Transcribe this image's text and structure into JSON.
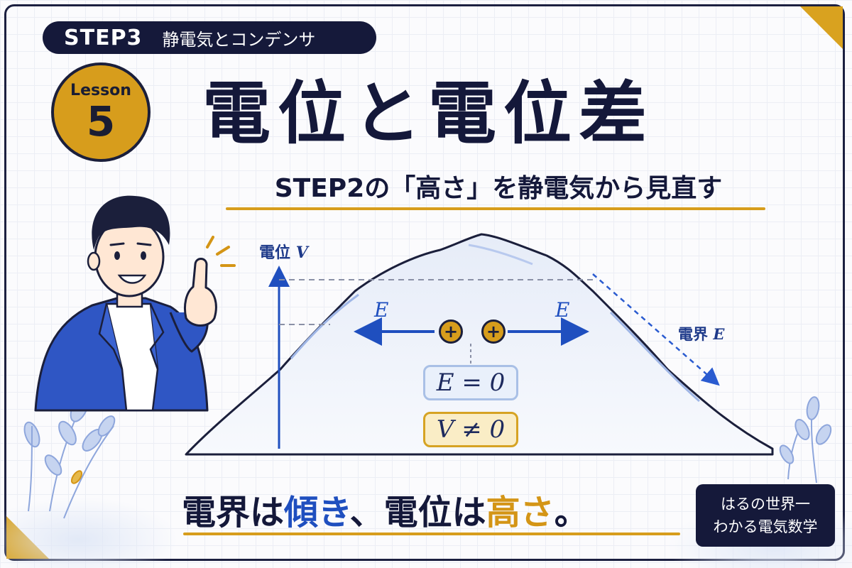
{
  "header": {
    "step_number": "STEP3",
    "step_title": "静電気とコンデンサ"
  },
  "lesson": {
    "word": "Lesson",
    "number": "5"
  },
  "title": "電位と電位差",
  "subtitle": "STEP2の「高さ」を静電気から見直す",
  "diagram": {
    "y_axis_label_text": "電位",
    "y_axis_label_symbol": "V",
    "field_label_text": "電界",
    "field_label_symbol": "E",
    "left_arrow_label": "E",
    "right_arrow_label": "E",
    "charge_symbol": "+",
    "field_zero": "E = 0",
    "potential_nonzero": "V ≠ 0"
  },
  "motto": {
    "part1": "電界は",
    "highlight1": "傾き",
    "part2": "、電位は",
    "highlight2": "高さ",
    "part3": "。"
  },
  "brand": {
    "line1": "はるの世界一",
    "line2": "わかる電気数学"
  },
  "colors": {
    "navy": "#15193a",
    "gold": "#d79d1c",
    "blue": "#1f4fbf",
    "jacket_blue": "#2f56c4"
  },
  "icons": [
    "teacher-illustration",
    "plant-decoration-icon",
    "emphasis-lines-icon"
  ]
}
